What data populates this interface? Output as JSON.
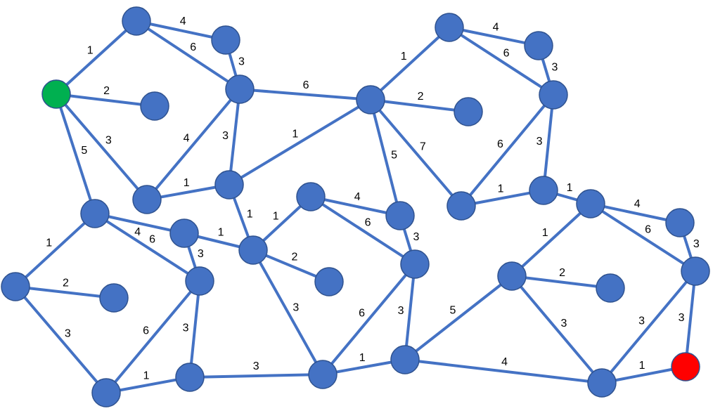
{
  "colors": {
    "edge": "#4472C4",
    "node": "#4472C4",
    "start": "#00B050",
    "end": "#FF0000"
  },
  "nodes": [
    {
      "id": "A"
    },
    {
      "id": "B"
    },
    {
      "id": "G",
      "role": "start"
    },
    {
      "id": "C"
    },
    {
      "id": "D"
    },
    {
      "id": "E"
    },
    {
      "id": "F"
    },
    {
      "id": "H"
    },
    {
      "id": "I"
    },
    {
      "id": "J"
    },
    {
      "id": "K"
    },
    {
      "id": "L"
    },
    {
      "id": "M"
    },
    {
      "id": "N"
    },
    {
      "id": "O"
    },
    {
      "id": "P"
    },
    {
      "id": "Q"
    },
    {
      "id": "R"
    },
    {
      "id": "S"
    },
    {
      "id": "T"
    },
    {
      "id": "U"
    },
    {
      "id": "V"
    },
    {
      "id": "W"
    },
    {
      "id": "X"
    },
    {
      "id": "Y"
    },
    {
      "id": "Z"
    },
    {
      "id": "AA"
    },
    {
      "id": "AB"
    },
    {
      "id": "AC"
    },
    {
      "id": "AD"
    },
    {
      "id": "AE"
    },
    {
      "id": "AF"
    },
    {
      "id": "AG"
    },
    {
      "id": "AH"
    },
    {
      "id": "AI",
      "role": "end"
    }
  ],
  "edges": [
    {
      "from": "G",
      "to": "A",
      "weight": "1"
    },
    {
      "from": "A",
      "to": "B",
      "weight": "4"
    },
    {
      "from": "A",
      "to": "D",
      "weight": "6"
    },
    {
      "from": "B",
      "to": "D",
      "weight": "3"
    },
    {
      "from": "G",
      "to": "C",
      "weight": "2"
    },
    {
      "from": "G",
      "to": "E",
      "weight": "3"
    },
    {
      "from": "G",
      "to": "H",
      "weight": "5"
    },
    {
      "from": "D",
      "to": "E",
      "weight": "4"
    },
    {
      "from": "D",
      "to": "F",
      "weight": "3"
    },
    {
      "from": "D",
      "to": "V",
      "weight": "6"
    },
    {
      "from": "F",
      "to": "V",
      "weight": "1"
    },
    {
      "from": "E",
      "to": "F",
      "weight": "1"
    },
    {
      "from": "F",
      "to": "M",
      "weight": "1"
    },
    {
      "from": "H",
      "to": "J",
      "weight": "1"
    },
    {
      "from": "H",
      "to": "I",
      "weight": "4"
    },
    {
      "from": "H",
      "to": "L",
      "weight": "6"
    },
    {
      "from": "I",
      "to": "L",
      "weight": "3"
    },
    {
      "from": "I",
      "to": "M",
      "weight": "1"
    },
    {
      "from": "J",
      "to": "K",
      "weight": "2"
    },
    {
      "from": "J",
      "to": "R",
      "weight": "3"
    },
    {
      "from": "L",
      "to": "R",
      "weight": "6"
    },
    {
      "from": "L",
      "to": "S",
      "weight": "3"
    },
    {
      "from": "R",
      "to": "S",
      "weight": "1"
    },
    {
      "from": "S",
      "to": "T",
      "weight": "3"
    },
    {
      "from": "M",
      "to": "N",
      "weight": "1"
    },
    {
      "from": "M",
      "to": "P",
      "weight": "2"
    },
    {
      "from": "M",
      "to": "T",
      "weight": "3"
    },
    {
      "from": "N",
      "to": "O",
      "weight": "4"
    },
    {
      "from": "N",
      "to": "Q",
      "weight": "6"
    },
    {
      "from": "O",
      "to": "Q",
      "weight": "3"
    },
    {
      "from": "Q",
      "to": "T",
      "weight": "6"
    },
    {
      "from": "Q",
      "to": "U",
      "weight": "3"
    },
    {
      "from": "T",
      "to": "U",
      "weight": "1"
    },
    {
      "from": "V",
      "to": "X",
      "weight": "1"
    },
    {
      "from": "V",
      "to": "W",
      "weight": "2"
    },
    {
      "from": "V",
      "to": "O",
      "weight": "5"
    },
    {
      "from": "V",
      "to": "AA",
      "weight": "7"
    },
    {
      "from": "X",
      "to": "Y",
      "weight": "4"
    },
    {
      "from": "X",
      "to": "Z",
      "weight": "6"
    },
    {
      "from": "Y",
      "to": "Z",
      "weight": "3"
    },
    {
      "from": "Z",
      "to": "AA",
      "weight": "6"
    },
    {
      "from": "Z",
      "to": "AB",
      "weight": "3"
    },
    {
      "from": "AA",
      "to": "AB",
      "weight": "1"
    },
    {
      "from": "AB",
      "to": "AC",
      "weight": "1"
    },
    {
      "from": "AC",
      "to": "AD",
      "weight": "4"
    },
    {
      "from": "AC",
      "to": "AE",
      "weight": "6"
    },
    {
      "from": "AD",
      "to": "AE",
      "weight": "3"
    },
    {
      "from": "AC",
      "to": "AF",
      "weight": "1"
    },
    {
      "from": "AF",
      "to": "AG",
      "weight": "2"
    },
    {
      "from": "AF",
      "to": "U",
      "weight": "5"
    },
    {
      "from": "AF",
      "to": "AH",
      "weight": "3"
    },
    {
      "from": "AE",
      "to": "AH",
      "weight": "3"
    },
    {
      "from": "AE",
      "to": "AI",
      "weight": "3"
    },
    {
      "from": "AH",
      "to": "AI",
      "weight": "1"
    },
    {
      "from": "U",
      "to": "AH",
      "weight": "4"
    }
  ]
}
